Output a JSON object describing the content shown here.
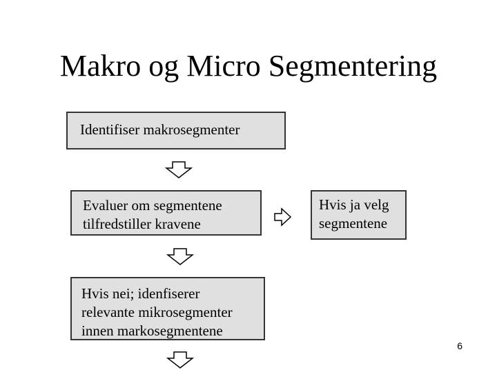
{
  "title": "Makro og Micro Segmentering",
  "boxes": {
    "identify": "Identifiser makrosegmenter",
    "evaluate_lines": [
      "Evaluer om segmentene",
      "tilfredstiller kravene"
    ],
    "yes_lines": [
      "Hvis ja velg",
      "segmentene"
    ],
    "no_lines": [
      "Hvis nei; idenfiserer",
      "relevante mikrosegmenter",
      "innen markosegmentene"
    ]
  },
  "colors": {
    "box_fill": "#e0e0e0",
    "box_border": "#333333"
  },
  "icons": [
    "down-arrow-icon",
    "right-arrow-icon"
  ],
  "page_number": "6"
}
